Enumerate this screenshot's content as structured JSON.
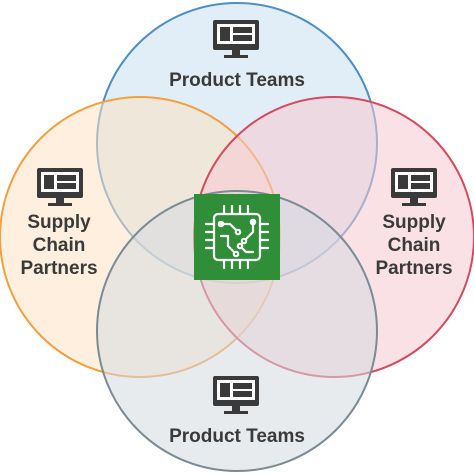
{
  "diagram": {
    "circles": [
      {
        "key": "top",
        "label_lines": [
          "Product Teams"
        ],
        "icon": "monitor-icon",
        "stroke": "#4a8fc9",
        "fill": "#cfe3f3"
      },
      {
        "key": "left",
        "label_lines": [
          "Supply",
          "Chain",
          "Partners"
        ],
        "icon": "monitor-icon",
        "stroke": "#f0a040",
        "fill": "#fde1c2"
      },
      {
        "key": "right",
        "label_lines": [
          "Supply",
          "Chain",
          "Partners"
        ],
        "icon": "monitor-icon",
        "stroke": "#d24b5f",
        "fill": "#f6c8cf"
      },
      {
        "key": "bottom",
        "label_lines": [
          "Product Teams"
        ],
        "icon": "monitor-icon",
        "stroke": "#7c8a94",
        "fill": "#d5dbe0"
      }
    ],
    "center": {
      "icon": "circuit-chip-icon",
      "fill": "#2f8e37",
      "icon_color": "#ffffff"
    },
    "label_color": "#3a3a3a",
    "icon_color": "#3a3a3a"
  }
}
